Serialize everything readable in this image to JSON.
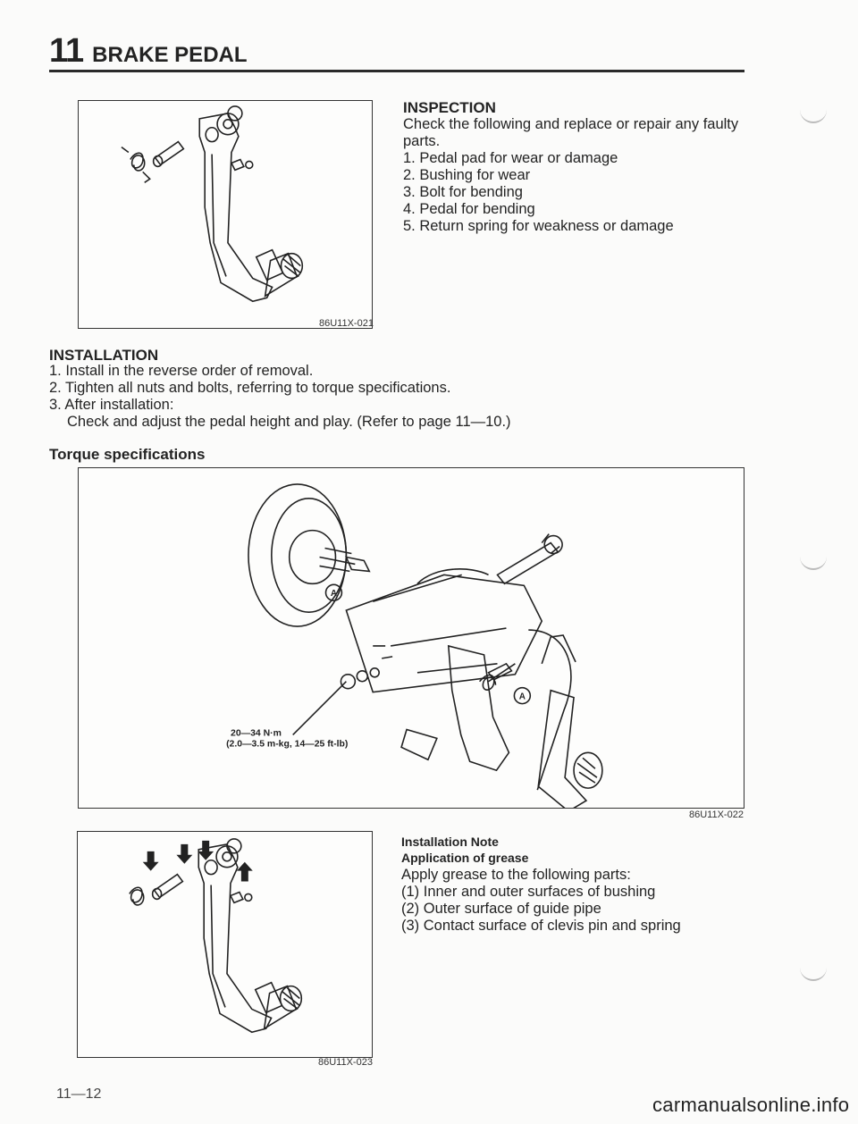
{
  "header": {
    "section_number": "11",
    "section_title": "BRAKE PEDAL"
  },
  "figures": {
    "fig1_code": "86U11X-021",
    "fig2_code": "86U11X-022",
    "fig2_callout_a": "A",
    "fig2_torque_line1": "20—34 N·m",
    "fig2_torque_line2": "(2.0—3.5 m-kg, 14—25 ft-lb)",
    "fig3_code": "86U11X-023"
  },
  "inspection": {
    "heading": "INSPECTION",
    "intro_line1": "Check the following and replace or repair any faulty",
    "intro_line2": "parts.",
    "items": [
      "1. Pedal pad for wear or damage",
      "2. Bushing for wear",
      "3. Bolt for bending",
      "4. Pedal for bending",
      "5. Return spring for weakness or damage"
    ]
  },
  "installation": {
    "heading": "INSTALLATION",
    "steps": [
      "1. Install in the reverse order of removal.",
      "2. Tighten all nuts and bolts, referring to torque specifications.",
      "3. After installation:",
      "Check and adjust the pedal height and play. (Refer to page 11—10.)"
    ]
  },
  "torque": {
    "heading": "Torque specifications"
  },
  "installation_note": {
    "heading": "Installation Note",
    "subheading": "Application of grease",
    "intro": "Apply grease to the following parts:",
    "items": [
      "(1) Inner and outer surfaces of bushing",
      "(2) Outer surface of guide pipe",
      "(3) Contact surface of clevis pin and spring"
    ]
  },
  "footer": {
    "page_number": "11—12",
    "watermark": "carmanualsonline.info"
  },
  "colors": {
    "ink": "#232323",
    "paper": "#fbfbfa"
  }
}
